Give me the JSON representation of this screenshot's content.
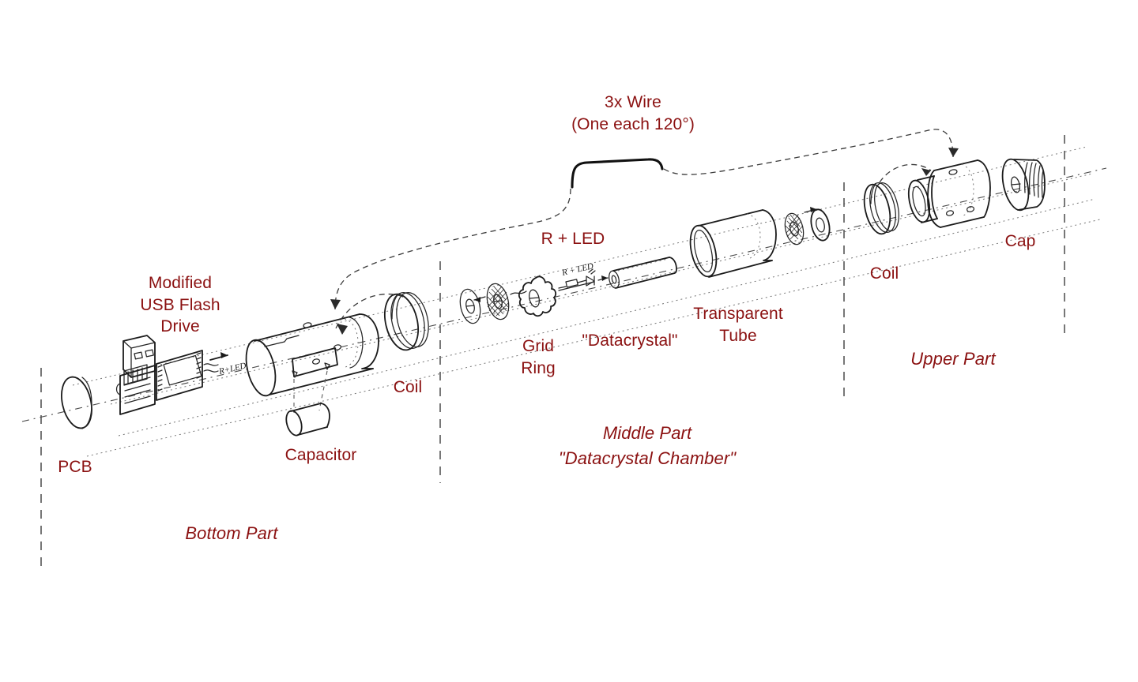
{
  "figure": {
    "title_present": false,
    "background_color": "#ffffff",
    "label_color": "#8b1111",
    "ink_color": "#1b1b1b",
    "type": "exploded-assembly-diagram"
  },
  "labels": {
    "pcb": "PCB",
    "usb_flash_drive": "Modified\nUSB Flash\nDrive",
    "capacitor": "Capacitor",
    "coil_bottom": "Coil",
    "grid_ring": "Grid\nRing",
    "datacrystal": "\"Datacrystal\"",
    "r_led": "R + LED",
    "transparent_tube": "Transparent\nTube",
    "wire": "3x Wire\n(One each 120°)",
    "coil_upper": "Coil",
    "cap": "Cap"
  },
  "sections": {
    "bottom": "Bottom Part",
    "middle_line1": "Middle Part",
    "middle_line2": "\"Datacrystal Chamber\"",
    "upper": "Upper Part"
  },
  "sketch_annotations": {
    "r_led_small_left": "R+LED",
    "r_led_small_mid": "R + LED"
  },
  "icons": {
    "pcb_disc": "ellipse-disc-icon",
    "usb_connector": "usb-connector-icon",
    "bottom_tube": "tube-body-icon",
    "capacitor_cylinder": "capacitor-cylinder-icon",
    "coil_ring": "coil-ring-icon",
    "washer": "washer-icon",
    "mesh_disc": "mesh-disc-icon",
    "grid_ring_wavy": "grid-ring-icon",
    "led_circuit": "led-circuit-icon",
    "crystal_rod": "crystal-rod-icon",
    "clear_tube": "transparent-tube-icon",
    "upper_tube": "upper-tube-icon",
    "knurled_cap": "knurled-cap-icon",
    "wire_bracket": "wire-bracket-icon",
    "arrow": "arrow-icon",
    "separator": "section-divider-icon",
    "centerline": "center-axis-icon"
  }
}
